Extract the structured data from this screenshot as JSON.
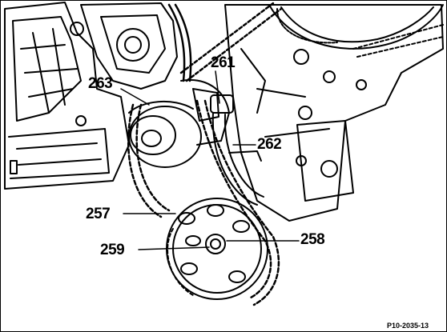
{
  "callouts": {
    "c261": "261",
    "c263": "263",
    "c262": "262",
    "c257": "257",
    "c259": "259",
    "c258": "258"
  },
  "figure_ref": "P10-2035-13"
}
